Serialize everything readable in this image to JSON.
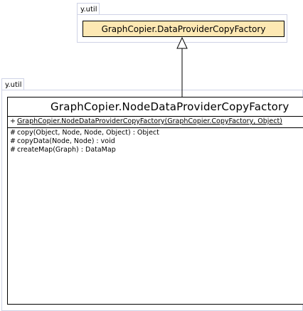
{
  "packages": {
    "top": {
      "label": "y.util"
    },
    "bottom": {
      "label": "y.util"
    }
  },
  "parent_class": {
    "name": "GraphCopier.DataProviderCopyFactory",
    "fill_color": "#fde8b3"
  },
  "main_class": {
    "name": "GraphCopier.NodeDataProviderCopyFactory",
    "constructors": [
      {
        "visibility": "+",
        "signature": "GraphCopier.NodeDataProviderCopyFactory(GraphCopier.CopyFactory, Object)"
      }
    ],
    "methods": [
      {
        "visibility": "#",
        "signature": "copy(Object, Node, Node, Object) : Object"
      },
      {
        "visibility": "#",
        "signature": "copyData(Node, Node) : void"
      },
      {
        "visibility": "#",
        "signature": "createMap(Graph) : DataMap"
      }
    ]
  },
  "relationship": {
    "type": "generalization",
    "from": "GraphCopier.NodeDataProviderCopyFactory",
    "to": "GraphCopier.DataProviderCopyFactory"
  },
  "colors": {
    "package_border": "#cfd3e6",
    "class_border": "#000000"
  }
}
